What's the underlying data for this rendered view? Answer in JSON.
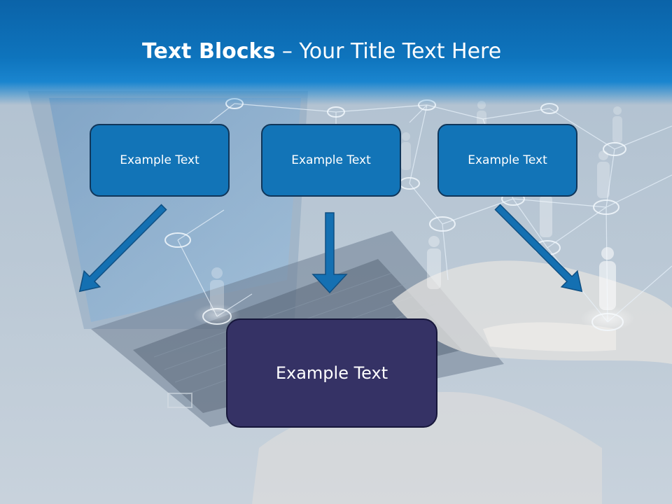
{
  "title": {
    "bold": "Text Blocks",
    "separator": " – ",
    "rest": "Your Title Text Here"
  },
  "boxes": {
    "top": [
      "Example Text",
      "Example Text",
      "Example Text"
    ],
    "bottom": "Example Text"
  },
  "colors": {
    "header": "#0e74bd",
    "box_blue": "#1274b7",
    "box_navy": "#353265",
    "arrow": "#1470b2"
  }
}
